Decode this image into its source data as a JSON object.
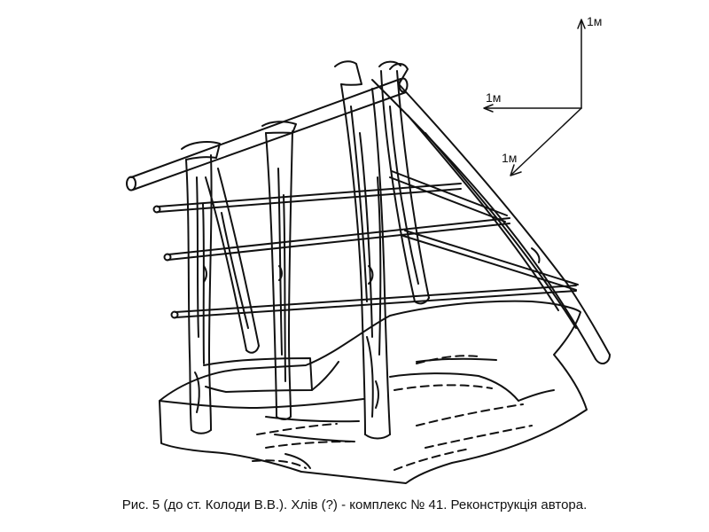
{
  "scale": {
    "vertical_label": "1м",
    "horizontal_label": "1м",
    "depth_label": "1м"
  },
  "caption": "Рис. 5  (до ст. Колоди В.В.). Хлів (?) - комплекс № 41. Реконструкція автора."
}
